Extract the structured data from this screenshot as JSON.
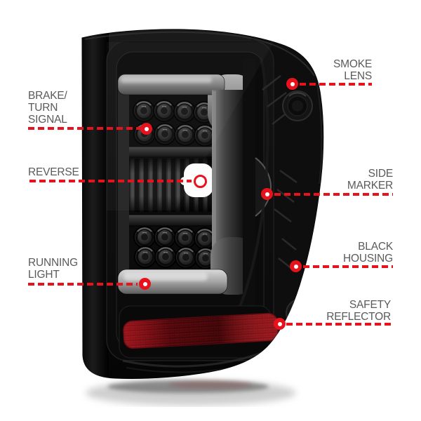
{
  "colors": {
    "red": "#e8121c",
    "label_text": "#595a5c",
    "background": "#ffffff",
    "housing_black": "#0b0b0b",
    "light_bar_gray": "#a8a8a8",
    "reflector_red": "#8c1016",
    "reverse_window_white": "#ffffff"
  },
  "callouts": {
    "brake_turn_signal": {
      "lines": [
        "BRAKE/",
        "TURN",
        "SIGNAL"
      ]
    },
    "reverse": {
      "lines": [
        "REVERSE"
      ]
    },
    "running_light": {
      "lines": [
        "RUNNING",
        "LIGHT"
      ]
    },
    "smoke_lens": {
      "lines": [
        "SMOKE",
        "LENS"
      ]
    },
    "side_marker": {
      "lines": [
        "SIDE",
        "MARKER"
      ]
    },
    "black_housing": {
      "lines": [
        "BLACK",
        "HOUSING"
      ]
    },
    "safety_reflector": {
      "lines": [
        "SAFETY",
        "REFLECTOR"
      ]
    }
  }
}
